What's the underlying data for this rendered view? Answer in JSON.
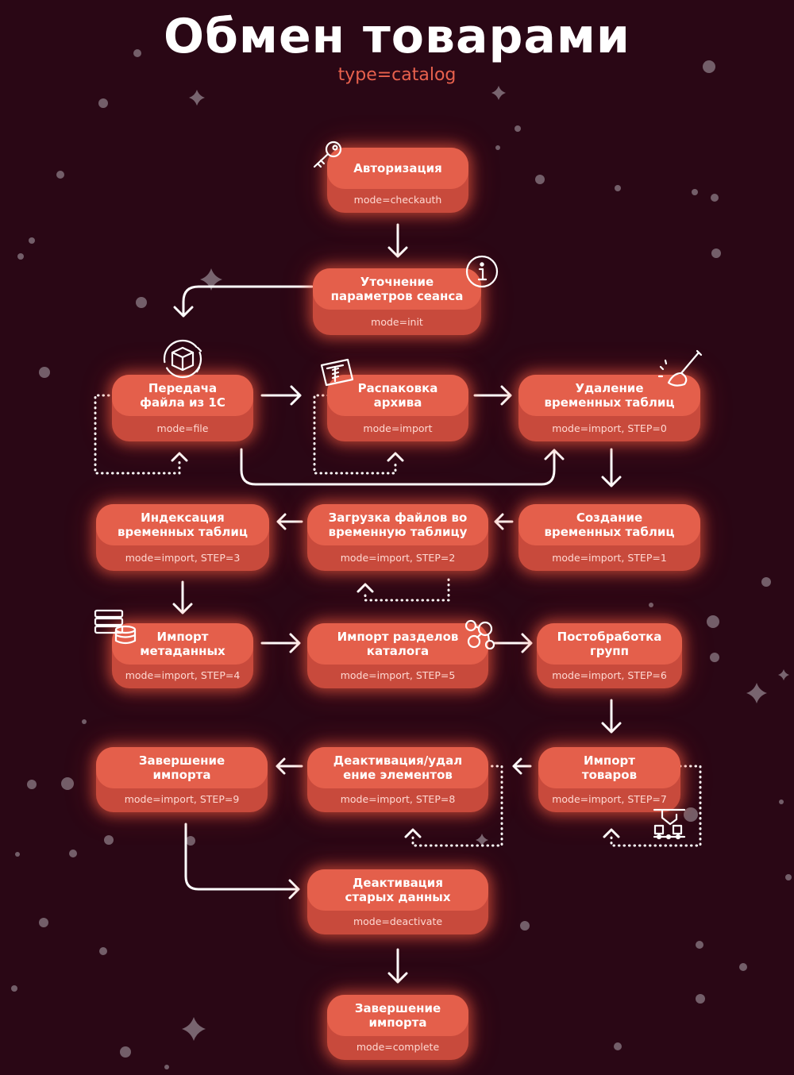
{
  "title": "Обмен товарами",
  "subtitle": "type=catalog",
  "colors": {
    "background": "#2a0715",
    "node_top": "#e45f4b",
    "node_base": "#c84a3c",
    "title": "#ffffff",
    "subtitle": "#e8614d",
    "arrow": "#ffffff",
    "star": "#8c7c86"
  },
  "nodes": [
    {
      "id": "auth",
      "label": "Авторизация",
      "mode": "mode=checkauth",
      "icon": "key-icon"
    },
    {
      "id": "init",
      "label": "Уточнение\nпараметров сеанса",
      "mode": "mode=init",
      "icon": "info-icon"
    },
    {
      "id": "file",
      "label": "Передача\nфайла из 1С",
      "mode": "mode=file",
      "icon": "box-icon"
    },
    {
      "id": "unpack",
      "label": "Распаковка\nархива",
      "mode": "mode=import",
      "icon": "archive-icon"
    },
    {
      "id": "delete_tmp",
      "label": "Удаление\nвременных таблиц",
      "mode": "mode=import, STEP=0",
      "icon": "broom-icon"
    },
    {
      "id": "create_tmp",
      "label": "Создание\nвременных таблиц",
      "mode": "mode=import, STEP=1",
      "icon": ""
    },
    {
      "id": "load_tmp",
      "label": "Загрузка файлов во\nвременную таблицу",
      "mode": "mode=import, STEP=2",
      "icon": ""
    },
    {
      "id": "index_tmp",
      "label": "Индексация\nвременных таблиц",
      "mode": "mode=import, STEP=3",
      "icon": ""
    },
    {
      "id": "meta",
      "label": "Импорт\nметаданных",
      "mode": "mode=import, STEP=4",
      "icon": "database-icon"
    },
    {
      "id": "sections",
      "label": "Импорт разделов\nкаталога",
      "mode": "mode=import, STEP=5",
      "icon": "molecule-icon"
    },
    {
      "id": "groups",
      "label": "Постобработка\nгрупп",
      "mode": "mode=import, STEP=6",
      "icon": ""
    },
    {
      "id": "goods",
      "label": "Импорт\nтоваров",
      "mode": "mode=import, STEP=7",
      "icon": "robot-arm-icon"
    },
    {
      "id": "deact_elem",
      "label": "Деактивация/удал\nение элементов",
      "mode": "mode=import, STEP=8",
      "icon": ""
    },
    {
      "id": "finish_import",
      "label": "Завершение\nимпорта",
      "mode": "mode=import, STEP=9",
      "icon": ""
    },
    {
      "id": "deact_old",
      "label": "Деактивация\nстарых данных",
      "mode": "mode=deactivate",
      "icon": ""
    },
    {
      "id": "complete",
      "label": "Завершение\nимпорта",
      "mode": "mode=complete",
      "icon": ""
    }
  ],
  "edges": [
    {
      "from": "auth",
      "to": "init",
      "style": "solid"
    },
    {
      "from": "init",
      "to": "file",
      "style": "solid"
    },
    {
      "from": "file",
      "to": "unpack",
      "style": "solid"
    },
    {
      "from": "unpack",
      "to": "delete_tmp",
      "style": "solid"
    },
    {
      "from": "file",
      "to": "delete_tmp",
      "style": "solid"
    },
    {
      "from": "file",
      "to": "file",
      "style": "dotted"
    },
    {
      "from": "unpack",
      "to": "unpack",
      "style": "dotted"
    },
    {
      "from": "delete_tmp",
      "to": "create_tmp",
      "style": "solid"
    },
    {
      "from": "create_tmp",
      "to": "load_tmp",
      "style": "solid"
    },
    {
      "from": "load_tmp",
      "to": "load_tmp",
      "style": "dotted"
    },
    {
      "from": "load_tmp",
      "to": "index_tmp",
      "style": "solid"
    },
    {
      "from": "index_tmp",
      "to": "meta",
      "style": "solid"
    },
    {
      "from": "meta",
      "to": "sections",
      "style": "solid"
    },
    {
      "from": "sections",
      "to": "groups",
      "style": "solid"
    },
    {
      "from": "groups",
      "to": "goods",
      "style": "solid"
    },
    {
      "from": "goods",
      "to": "goods",
      "style": "dotted"
    },
    {
      "from": "goods",
      "to": "deact_elem",
      "style": "solid"
    },
    {
      "from": "deact_elem",
      "to": "deact_elem",
      "style": "dotted"
    },
    {
      "from": "deact_elem",
      "to": "finish_import",
      "style": "solid"
    },
    {
      "from": "finish_import",
      "to": "deact_old",
      "style": "solid"
    },
    {
      "from": "deact_old",
      "to": "complete",
      "style": "solid"
    }
  ]
}
